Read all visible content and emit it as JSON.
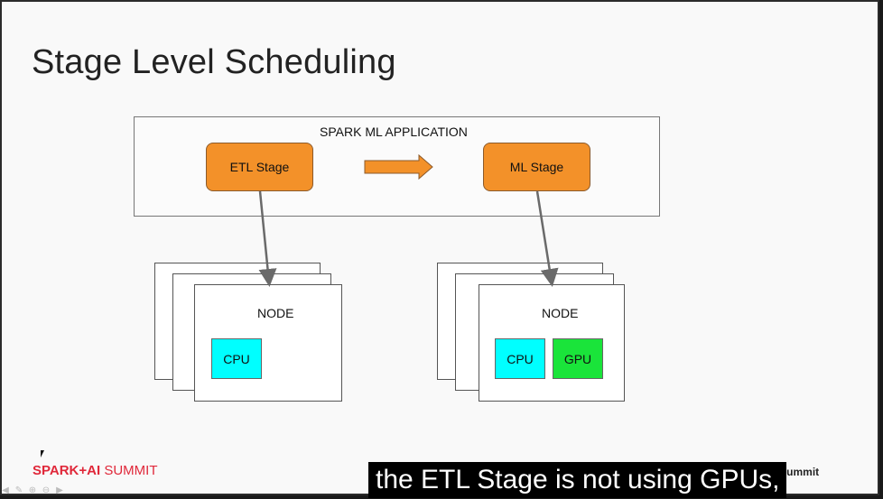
{
  "slide": {
    "title": "Stage Level Scheduling",
    "app_label": "SPARK ML APPLICATION",
    "etl_stage": "ETL Stage",
    "ml_stage": "ML Stage",
    "node_left": {
      "label": "NODE",
      "resources": [
        "CPU"
      ]
    },
    "node_right": {
      "label": "NODE",
      "resources": [
        "CPU",
        "GPU"
      ]
    }
  },
  "footer": {
    "brand_bold": "SPARK+AI",
    "brand_thin": " SUMMIT",
    "hashtag": "#DataTeams  #SparkAISummit"
  },
  "caption": "the ETL Stage is not using GPUs,",
  "colors": {
    "stage_fill": "#f39129",
    "cpu_fill": "#00ffff",
    "gpu_fill": "#1ae43a",
    "brand": "#e0283a"
  },
  "icons": [
    "back-arrow-icon",
    "pen-icon",
    "zoom-icon",
    "menu-icon",
    "forward-arrow-icon"
  ]
}
